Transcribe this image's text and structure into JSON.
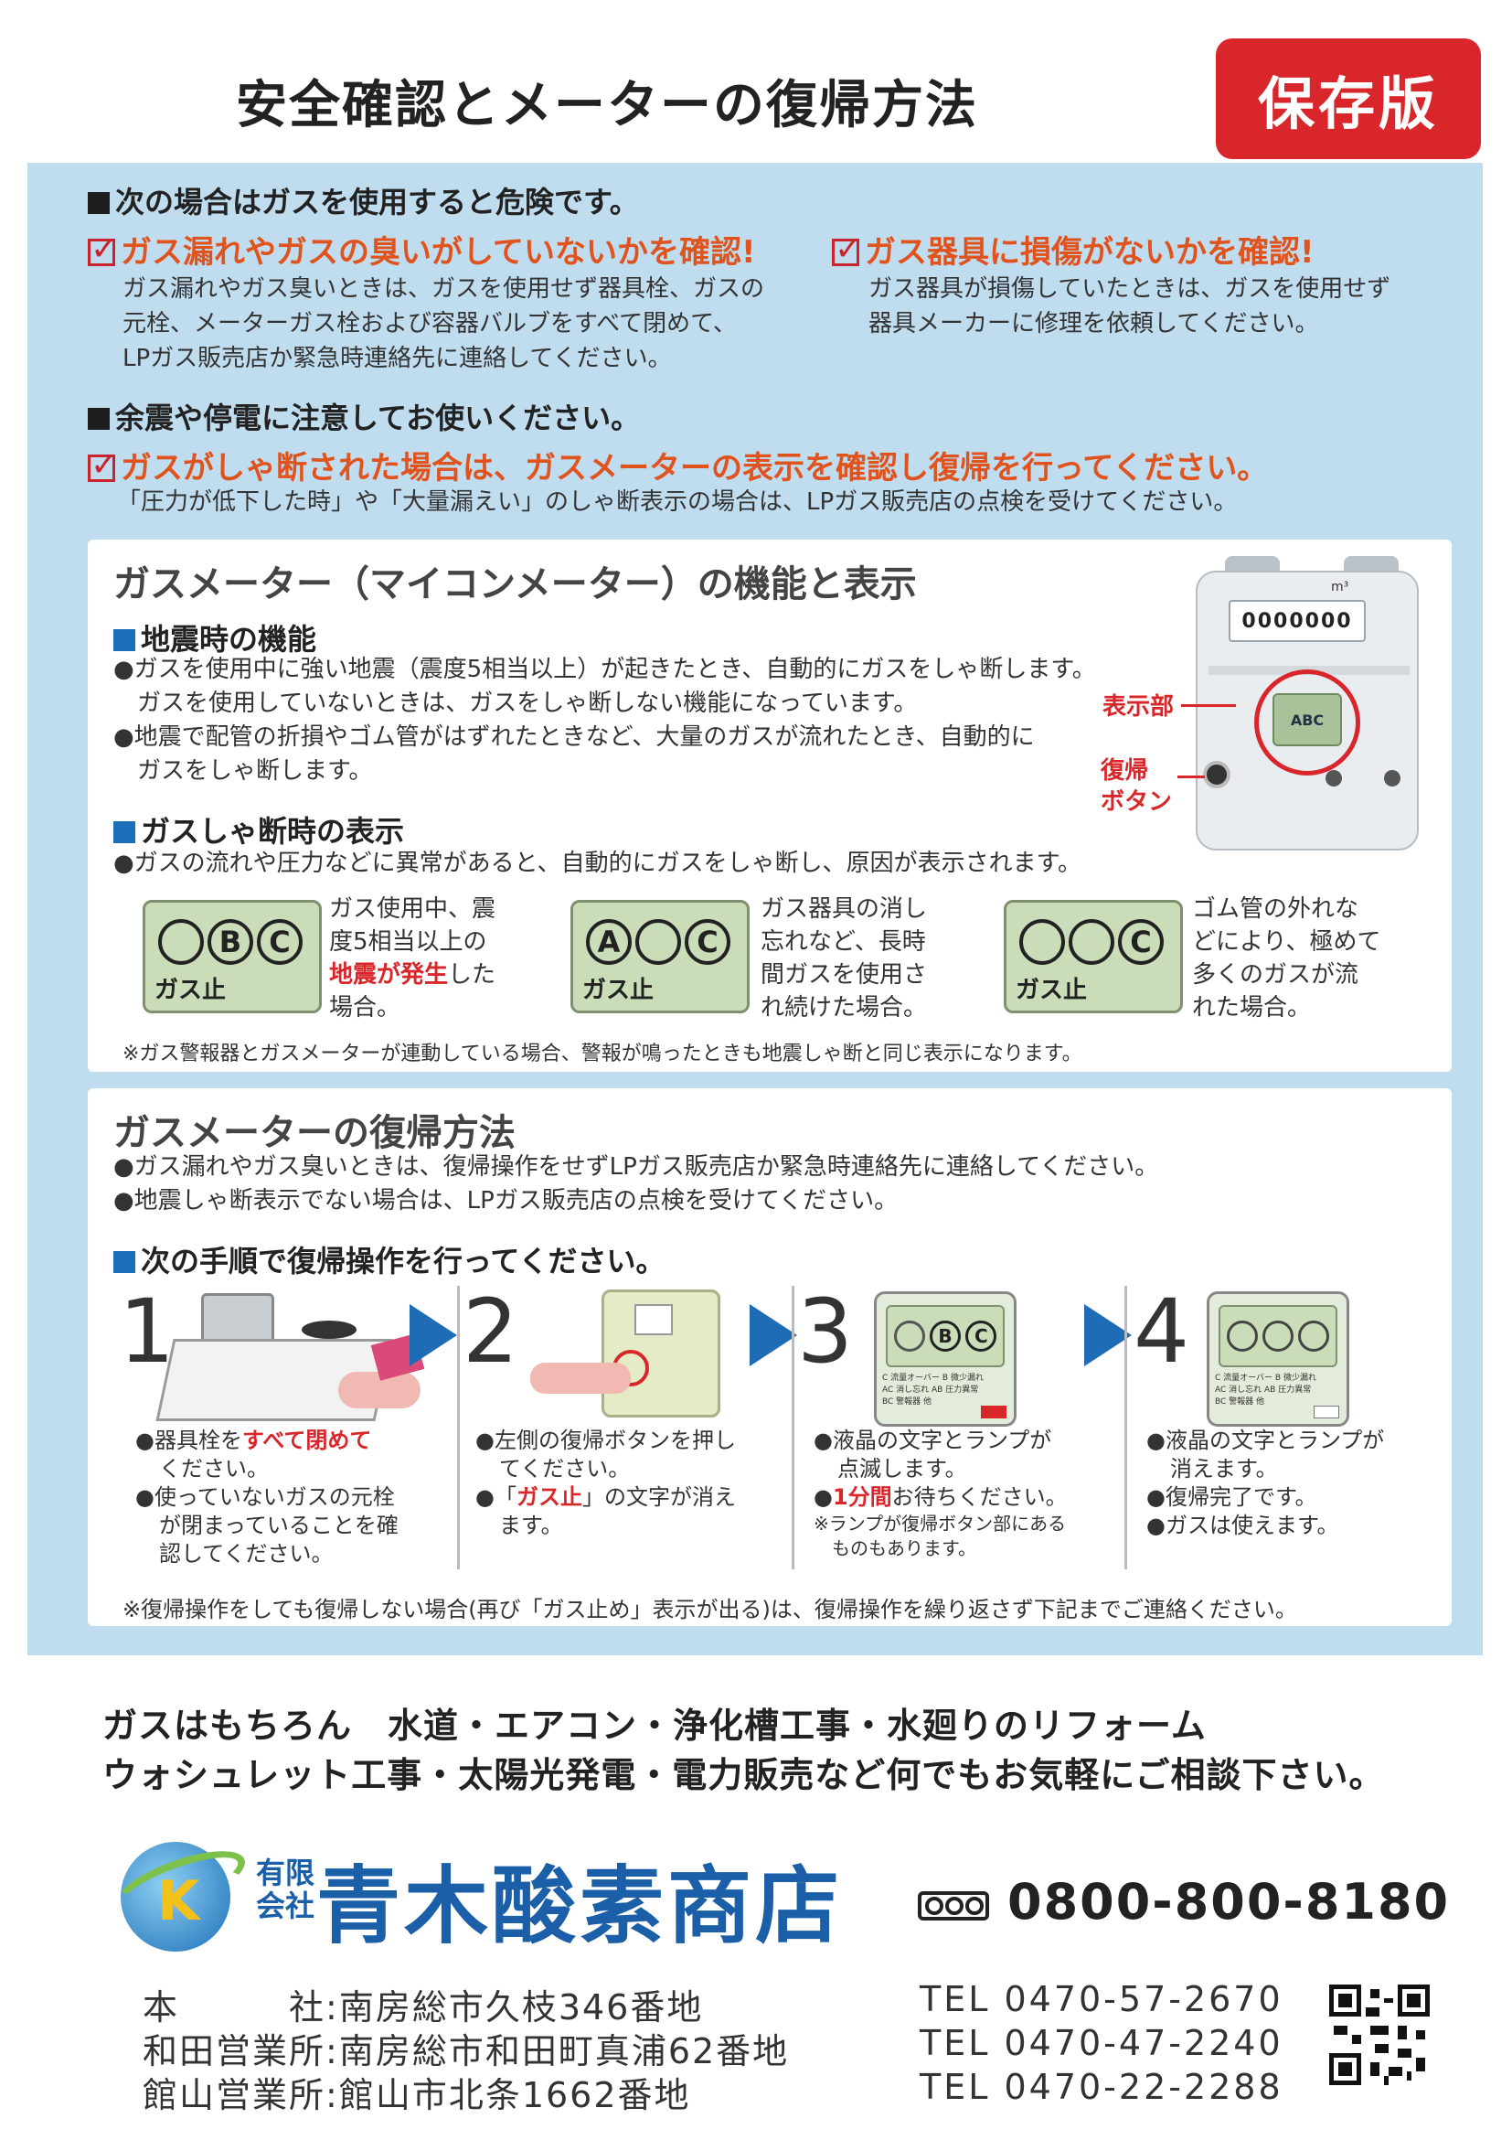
{
  "header": {
    "title": "安全確認とメーターの復帰方法",
    "badge": "保存版"
  },
  "danger": {
    "heading": "次の場合はガスを使用すると危険です。",
    "check1": "ガス漏れやガスの臭いがしていないかを確認!",
    "check1_body": [
      "ガス漏れやガス臭いときは、ガスを使用せず器具栓、ガスの",
      "元栓、メーターガス栓および容器バルブをすべて閉めて、",
      "LPガス販売店か緊急時連絡先に連絡してください。"
    ],
    "check2": "ガス器具に損傷がないかを確認!",
    "check2_body": [
      "ガス器具が損傷していたときは、ガスを使用せず",
      "器具メーカーに修理を依頼してください。"
    ]
  },
  "aftershock": {
    "heading": "余震や停電に注意してお使いください。",
    "check": "ガスがしゃ断された場合は、ガスメーターの表示を確認し復帰を行ってください。",
    "body": "「圧力が低下した時」や「大量漏えい」のしゃ断表示の場合は、LPガス販売店の点検を受けてください。"
  },
  "meter": {
    "title": "ガスメーター（マイコンメーター）の機能と表示",
    "quake_heading": "地震時の機能",
    "quake_lines": [
      "●ガスを使用中に強い地震（震度5相当以上）が起きたとき、自動的にガスをしゃ断します。",
      "ガスを使用していないときは、ガスをしゃ断しない機能になっています。",
      "●地震で配管の折損やゴム管がはずれたときなど、大量のガスが流れたとき、自動的に",
      "ガスをしゃ断します。"
    ],
    "display_label": "表示部",
    "reset_label_1": "復帰",
    "reset_label_2": "ボタン",
    "counter": "0000000",
    "unit": "m³",
    "mini_lcd": "ABC",
    "shutoff_heading": "ガスしゃ断時の表示",
    "shutoff_line": "●ガスの流れや圧力などに異常があると、自動的にガスをしゃ断し、原因が表示されます。",
    "lcd_label": "ガス止",
    "cases": [
      {
        "c1": "",
        "c2": "B",
        "c3": "C",
        "lines": [
          "ガス使用中、震",
          "度5相当以上の"
        ],
        "red": "地震が発生",
        "red_suffix": "した",
        "last": "場合。"
      },
      {
        "c1": "A",
        "c2": "",
        "c3": "C",
        "lines": [
          "ガス器具の消し",
          "忘れなど、長時",
          "間ガスを使用さ",
          "れ続けた場合。"
        ]
      },
      {
        "c1": "",
        "c2": "",
        "c3": "C",
        "lines": [
          "ゴム管の外れな",
          "どにより、極めて",
          "多くのガスが流",
          "れた場合。"
        ]
      }
    ],
    "note": "※ガス警報器とガスメーターが連動している場合、警報が鳴ったときも地震しゃ断と同じ表示になります。"
  },
  "reset": {
    "title": "ガスメーターの復帰方法",
    "lines": [
      "●ガス漏れやガス臭いときは、復帰操作をせずLPガス販売店か緊急時連絡先に連絡してください。",
      "●地震しゃ断表示でない場合は、LPガス販売店の点検を受けてください。"
    ],
    "steps_heading": "次の手順で復帰操作を行ってください。",
    "steps": [
      {
        "num": "1",
        "l1a": "●器具栓を",
        "l1red": "すべて閉めて",
        "l2": "ください。",
        "l3": "●使っていないガスの元栓",
        "l4": "が閉まっていることを確",
        "l5": "認してください。"
      },
      {
        "num": "2",
        "l1a": "●左側の復帰ボタンを押し",
        "l2": "てください。",
        "l3a": "●「",
        "l3red": "ガス止",
        "l3b": "」の文字が消え",
        "l4": "ます。"
      },
      {
        "num": "3",
        "l1a": "●液晶の文字とランプが",
        "l2": "点滅します。",
        "l3a": "●",
        "l3red": "1分間",
        "l3b": "お待ちください。",
        "n1": "※ランプが復帰ボタン部にある",
        "n2": "ものもあります。"
      },
      {
        "num": "4",
        "l1a": "●液晶の文字とランプが",
        "l2": "消えます。",
        "l3": "●復帰完了です。",
        "l4": "●ガスは使えます。"
      }
    ],
    "panel_small": [
      "C 流量オーバー B 微少漏れ",
      "AC 消し忘れ  AB 圧力異常",
      "BC 警報器 他"
    ],
    "footnote": "※復帰操作をしても復帰しない場合(再び「ガス止め」表示が出る)は、復帰操作を繰り返さず下記までご連絡ください。"
  },
  "promo": {
    "line1": "ガスはもちろん　水道・エアコン・浄化槽工事・水廻りのリフォーム",
    "line2": "ウォシュレット工事・太陽光発電・電力販売など何でもお気軽にご相談下さい。"
  },
  "company": {
    "prefix1": "有限",
    "prefix2": "会社",
    "name": "青木酸素商店",
    "freedial": "0800-800-8180",
    "offices": [
      {
        "label": "本　　　社:",
        "addr": "南房総市久枝346番地",
        "tel": "TEL 0470-57-2670"
      },
      {
        "label": "和田営業所:",
        "addr": "南房総市和田町真浦62番地",
        "tel": "TEL 0470-47-2240"
      },
      {
        "label": "館山営業所:",
        "addr": "館山市北条1662番地",
        "tel": "TEL 0470-22-2288"
      }
    ]
  },
  "colors": {
    "accent_red": "#d8262a",
    "panel_blue": "#c0dcef",
    "heading_blue": "#1a6fb8",
    "check_orange": "#e0531d",
    "lcd_green": "#cbdcb9"
  }
}
